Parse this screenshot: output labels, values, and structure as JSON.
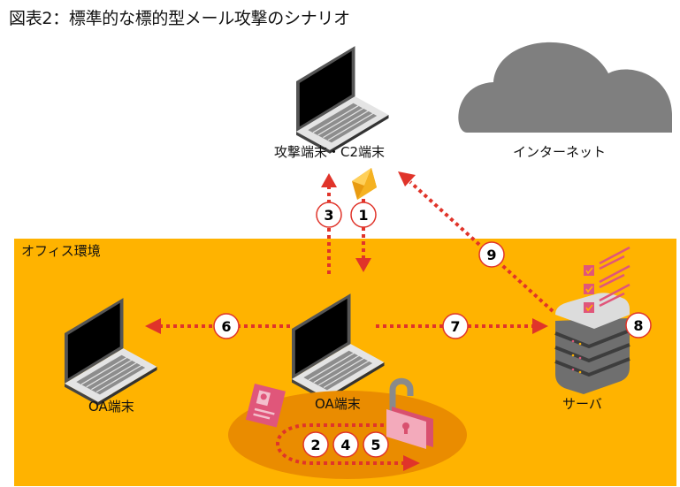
{
  "title": "図表2：標準的な標的型メール攻撃のシナリオ",
  "zones": {
    "office": {
      "label": "オフィス環境",
      "color": "#ffb300"
    },
    "internet": {
      "label": "インターネット",
      "color": "#7f7f7f"
    }
  },
  "nodes": {
    "attacker": {
      "label": "攻撃端末・C2端末"
    },
    "oa_left": {
      "label": "OA端末"
    },
    "oa_center": {
      "label": "OA端末"
    },
    "server": {
      "label": "サーバ"
    }
  },
  "steps": [
    {
      "id": "1",
      "label": "1"
    },
    {
      "id": "2",
      "label": "2"
    },
    {
      "id": "3",
      "label": "3"
    },
    {
      "id": "4",
      "label": "4"
    },
    {
      "id": "5",
      "label": "5"
    },
    {
      "id": "6",
      "label": "6"
    },
    {
      "id": "7",
      "label": "7"
    },
    {
      "id": "8",
      "label": "8"
    },
    {
      "id": "9",
      "label": "9"
    }
  ],
  "colors": {
    "arrow": "#e0342a",
    "ellipse": "#ea8c00",
    "pink": "#e0567a",
    "envelope": "#f5b221"
  }
}
